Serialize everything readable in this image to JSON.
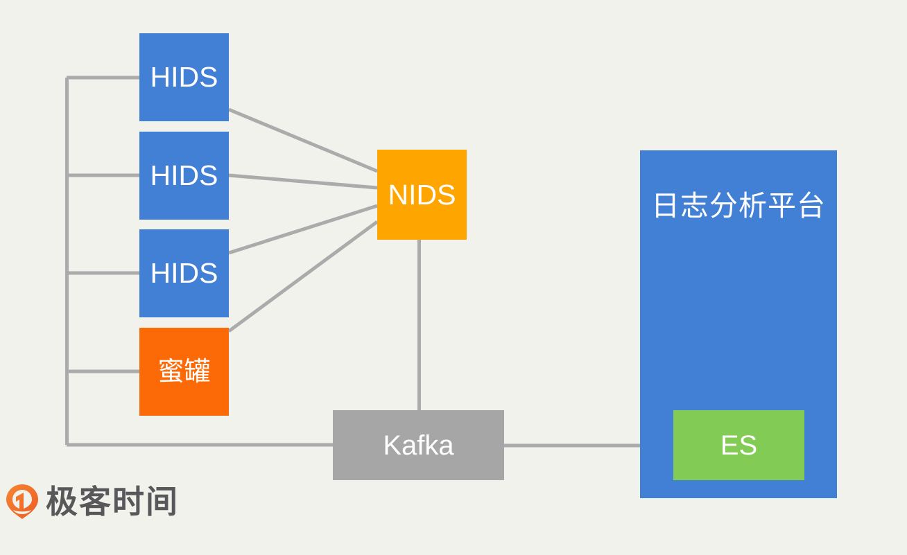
{
  "diagram": {
    "background_color": "#f2f2ec",
    "wire_color": "#ababab",
    "nodes": {
      "hids1": {
        "label": "HIDS",
        "color": "#4280d6"
      },
      "hids2": {
        "label": "HIDS",
        "color": "#4280d6"
      },
      "hids3": {
        "label": "HIDS",
        "color": "#4280d6"
      },
      "honeypot": {
        "label": "蜜罐",
        "color": "#fb6a07"
      },
      "nids": {
        "label": "NIDS",
        "color": "#ffa500"
      },
      "kafka": {
        "label": "Kafka",
        "color": "#a6a6a6"
      },
      "platform": {
        "label": "日志分析平台",
        "color": "#4280d6"
      },
      "es": {
        "label": "ES",
        "color": "#82cb54"
      }
    }
  },
  "branding": {
    "name": "极客时间",
    "mark_color": "#f0721e",
    "text_color": "#58585a",
    "icon": "geektime-pin-logo"
  }
}
